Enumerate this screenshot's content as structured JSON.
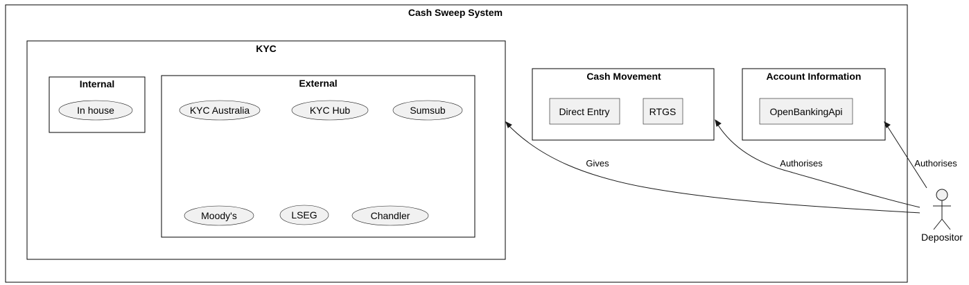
{
  "diagram": {
    "system": {
      "title": "Cash Sweep System"
    },
    "kyc": {
      "title": "KYC",
      "internal": {
        "title": "Internal",
        "items": [
          "In house"
        ]
      },
      "external": {
        "title": "External",
        "items": [
          "KYC Australia",
          "KYC Hub",
          "Sumsub",
          "Moody's",
          "LSEG",
          "Chandler"
        ]
      }
    },
    "cash_movement": {
      "title": "Cash Movement",
      "items": [
        "Direct Entry",
        "RTGS"
      ]
    },
    "account_information": {
      "title": "Account Information",
      "items": [
        "OpenBankingApi"
      ]
    },
    "actor": {
      "name": "Depositor"
    },
    "edges": [
      {
        "label": "Gives",
        "target": "KYC"
      },
      {
        "label": "Authorises",
        "target": "Cash Movement"
      },
      {
        "label": "Authorises",
        "target": "Account Information"
      }
    ]
  }
}
